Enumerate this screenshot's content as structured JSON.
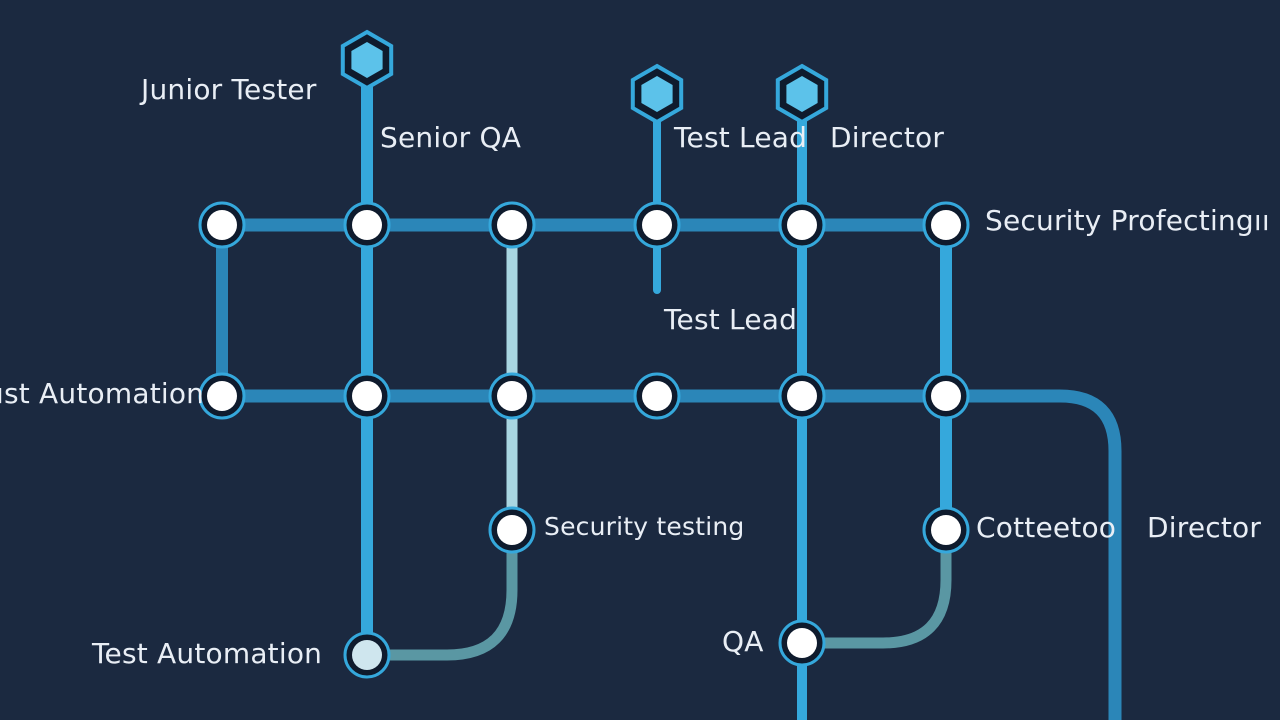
{
  "colors": {
    "background": "#1b2940",
    "line_bright": "#35a8dc",
    "line_mid": "#2b86b8",
    "line_pale": "#a9d6e2",
    "line_teal": "#5a97a3",
    "station_fill": "#ffffff",
    "station_ring": "#0f1b2d",
    "hex_fill": "#5cc2ea",
    "label_text": "#e9eef5"
  },
  "labels": {
    "junior_tester": "Junior Tester",
    "senior_qa": "Senior QA",
    "test_lead_top": "Test Lead",
    "director_top": "Director",
    "security_profecting": "Security Profectingıı",
    "test_lead_mid": "Test Lead",
    "test_automation_left": "ıst Automation",
    "security_testing": "Security testing",
    "cotteetoo": "Cotteetoo",
    "director_right": "Director",
    "test_automation_bottom": "Test Automation",
    "qa": "QA"
  }
}
